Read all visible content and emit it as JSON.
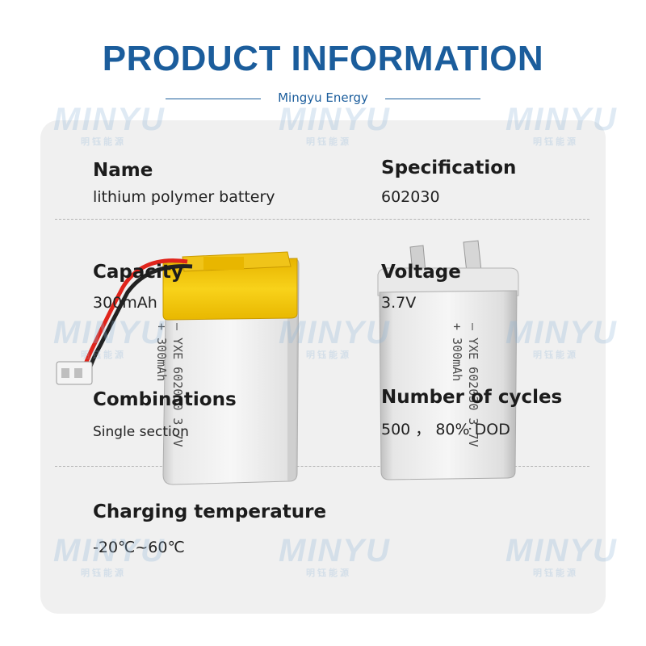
{
  "header": {
    "title": "PRODUCT INFORMATION",
    "subtitle": "Mingyu Energy"
  },
  "specs": {
    "name": {
      "label": "Name",
      "value": "lithium polymer battery"
    },
    "specification": {
      "label": "Specification",
      "value": "602030"
    },
    "capacity": {
      "label": "Capacity",
      "value": "300mAh"
    },
    "voltage": {
      "label": "Voltage",
      "value": "3.7V"
    },
    "combinations": {
      "label": "Combinations",
      "value": "Single section"
    },
    "cycles": {
      "label": "Number of cycles",
      "value": "500 ， 80% DOD"
    },
    "charging_temperature": {
      "label": "Charging temperature",
      "value": "-20℃~60℃"
    }
  },
  "battery_print": {
    "line1": "— YXE 602030 3.7V",
    "line2": "+ 300mAh"
  },
  "watermark": {
    "text": "MINYU",
    "sub": "明钰能源"
  },
  "colors": {
    "title": "#1b5d9c",
    "panel": "#f0f0f0",
    "battery_tape": "#f2c40f",
    "cable_red": "#e0241b"
  }
}
